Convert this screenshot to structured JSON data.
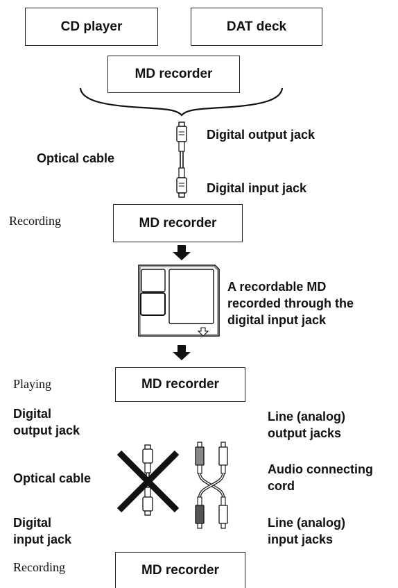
{
  "boxes": {
    "cd_player": "CD player",
    "dat_deck": "DAT deck",
    "md_source": "MD recorder",
    "md_recording": "MD recorder",
    "md_playing": "MD recorder",
    "md_bottom": "MD recorder"
  },
  "labels": {
    "digital_output_jack": "Digital output jack",
    "optical_cable_top": "Optical cable",
    "digital_input_jack": "Digital input jack",
    "recording_1": "Recording",
    "recordable_md": [
      "A recordable MD",
      "recorded through the",
      "digital input jack"
    ],
    "playing": "Playing",
    "digital_output_jack_2": [
      "Digital",
      "output jack"
    ],
    "optical_cable_bottom": "Optical cable",
    "digital_input_jack_2": [
      "Digital",
      "input jack"
    ],
    "line_output_jacks": [
      "Line (analog)",
      "output jacks"
    ],
    "audio_connecting_cord": [
      "Audio connecting",
      "cord"
    ],
    "line_input_jacks": [
      "Line (analog)",
      "input jacks"
    ],
    "recording_2": "Recording"
  },
  "icons": {
    "down_arrow": "down-arrow-icon",
    "minidisc": "minidisc-icon",
    "optical_plug": "optical-plug-icon",
    "rca_plug": "rca-plug-icon",
    "cross_out": "cross-out-icon"
  }
}
